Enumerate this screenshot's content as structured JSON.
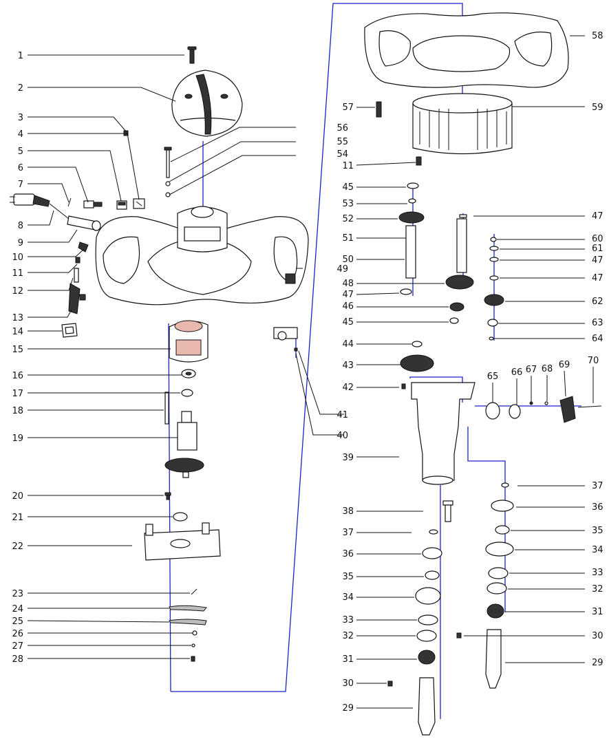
{
  "left_labels": [
    {
      "id": "1",
      "text": "1"
    },
    {
      "id": "2",
      "text": "2"
    },
    {
      "id": "3",
      "text": "3"
    },
    {
      "id": "4",
      "text": "4"
    },
    {
      "id": "5",
      "text": "5"
    },
    {
      "id": "6",
      "text": "6"
    },
    {
      "id": "7",
      "text": "7"
    },
    {
      "id": "8",
      "text": "8"
    },
    {
      "id": "9",
      "text": "9"
    },
    {
      "id": "10",
      "text": "10"
    },
    {
      "id": "11",
      "text": "11"
    },
    {
      "id": "12",
      "text": "12"
    },
    {
      "id": "13",
      "text": "13"
    },
    {
      "id": "14",
      "text": "14"
    },
    {
      "id": "15",
      "text": "15"
    },
    {
      "id": "16",
      "text": "16"
    },
    {
      "id": "17",
      "text": "17"
    },
    {
      "id": "18",
      "text": "18"
    },
    {
      "id": "19",
      "text": "19"
    },
    {
      "id": "20",
      "text": "20"
    },
    {
      "id": "21",
      "text": "21"
    },
    {
      "id": "22",
      "text": "22"
    },
    {
      "id": "23",
      "text": "23"
    },
    {
      "id": "24",
      "text": "24"
    },
    {
      "id": "25",
      "text": "25"
    },
    {
      "id": "26",
      "text": "26"
    },
    {
      "id": "27",
      "text": "27"
    },
    {
      "id": "28",
      "text": "28"
    }
  ],
  "center_labels": [
    {
      "text": "56"
    },
    {
      "text": "55"
    },
    {
      "text": "54"
    },
    {
      "text": "49"
    },
    {
      "text": "41"
    },
    {
      "text": "40"
    }
  ],
  "right_labels": [
    {
      "text": "58"
    },
    {
      "text": "57"
    },
    {
      "text": "59"
    },
    {
      "text": "11"
    },
    {
      "text": "45"
    },
    {
      "text": "53"
    },
    {
      "text": "52"
    },
    {
      "text": "47"
    },
    {
      "text": "51"
    },
    {
      "text": "50"
    },
    {
      "text": "60"
    },
    {
      "text": "61"
    },
    {
      "text": "47"
    },
    {
      "text": "47"
    },
    {
      "text": "48"
    },
    {
      "text": "47"
    },
    {
      "text": "46"
    },
    {
      "text": "62"
    },
    {
      "text": "45"
    },
    {
      "text": "63"
    },
    {
      "text": "64"
    },
    {
      "text": "44"
    },
    {
      "text": "43"
    },
    {
      "text": "42"
    },
    {
      "text": "65"
    },
    {
      "text": "66"
    },
    {
      "text": "67"
    },
    {
      "text": "68"
    },
    {
      "text": "69"
    },
    {
      "text": "70"
    },
    {
      "text": "39"
    },
    {
      "text": "37"
    },
    {
      "text": "36"
    },
    {
      "text": "38"
    },
    {
      "text": "35"
    },
    {
      "text": "37"
    },
    {
      "text": "34"
    },
    {
      "text": "36"
    },
    {
      "text": "33"
    },
    {
      "text": "35"
    },
    {
      "text": "32"
    },
    {
      "text": "34"
    },
    {
      "text": "31"
    },
    {
      "text": "33"
    },
    {
      "text": "30"
    },
    {
      "text": "32"
    },
    {
      "text": "29"
    },
    {
      "text": "31"
    },
    {
      "text": "30"
    },
    {
      "text": "29"
    }
  ]
}
